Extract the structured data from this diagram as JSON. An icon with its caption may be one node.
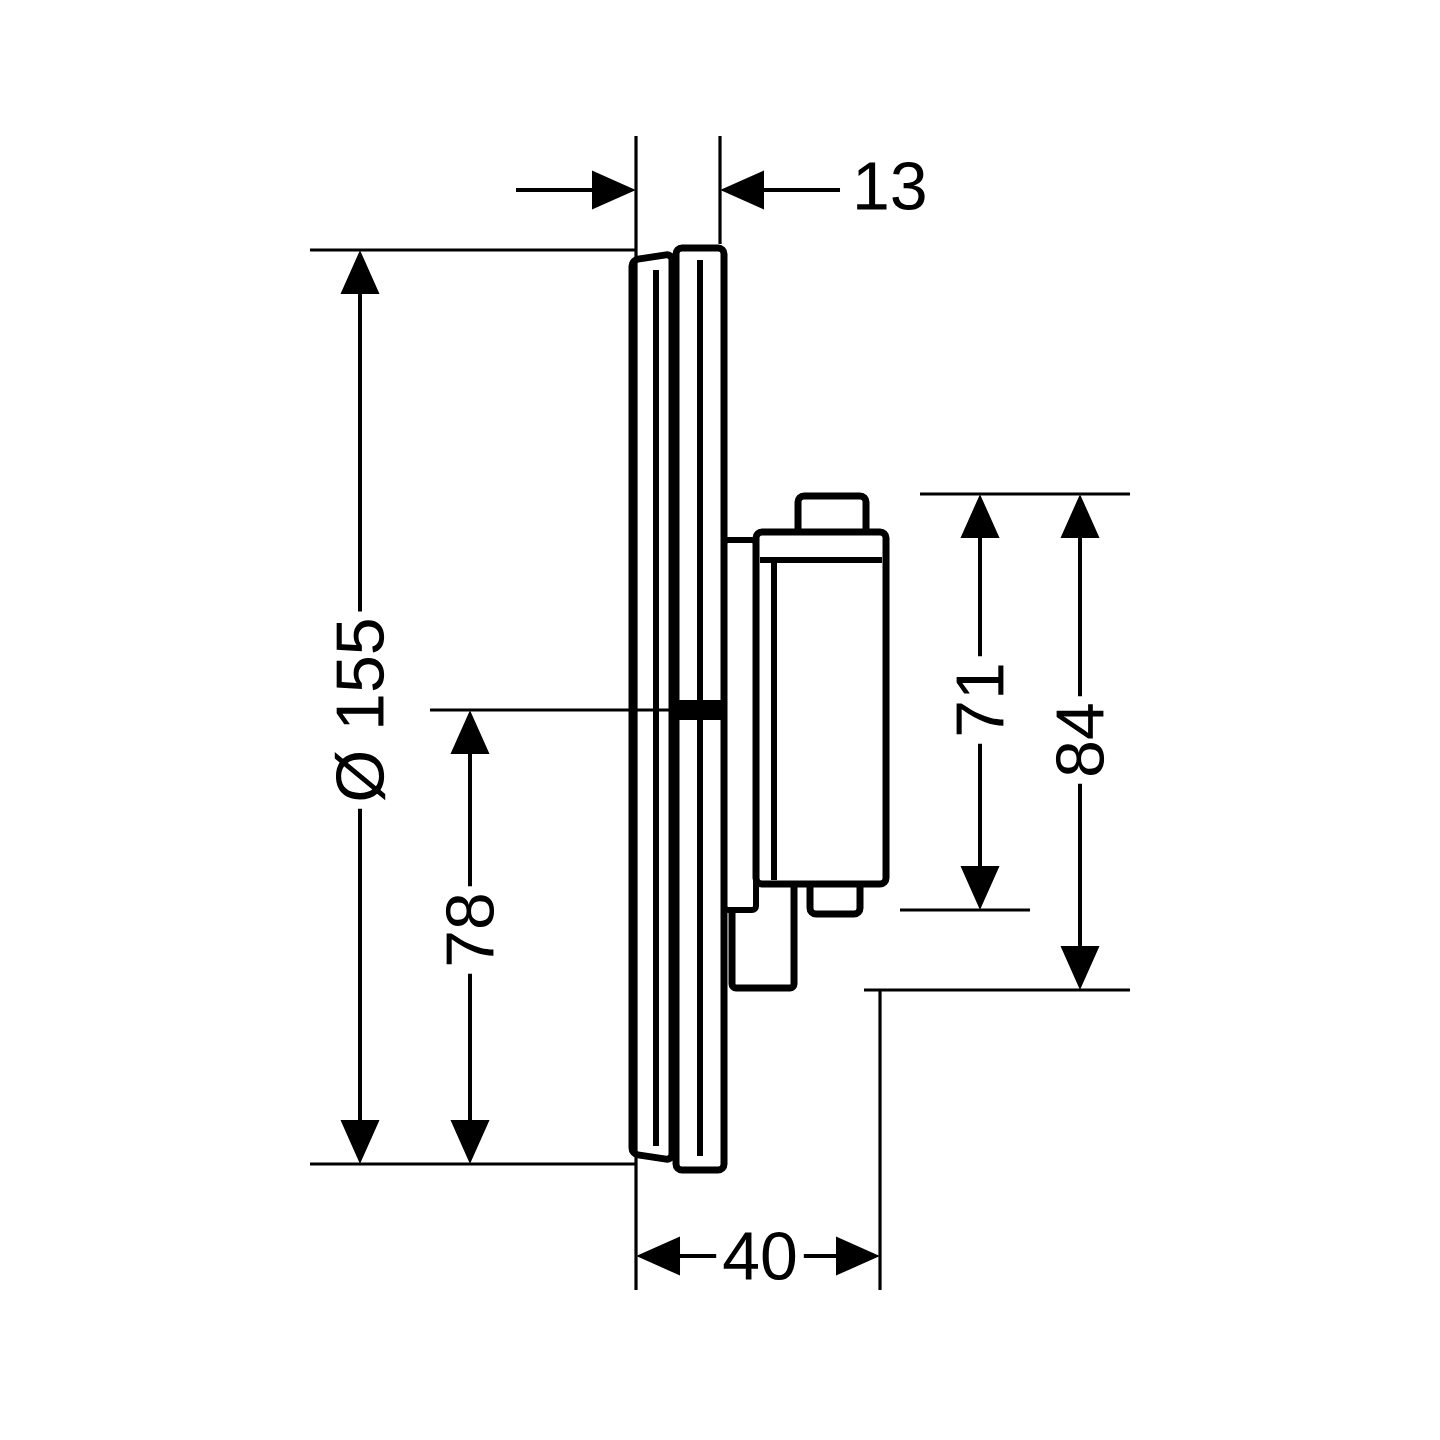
{
  "diagram": {
    "labels": [
      "13",
      "Ø 155",
      "78",
      "71",
      "84",
      "40"
    ]
  }
}
